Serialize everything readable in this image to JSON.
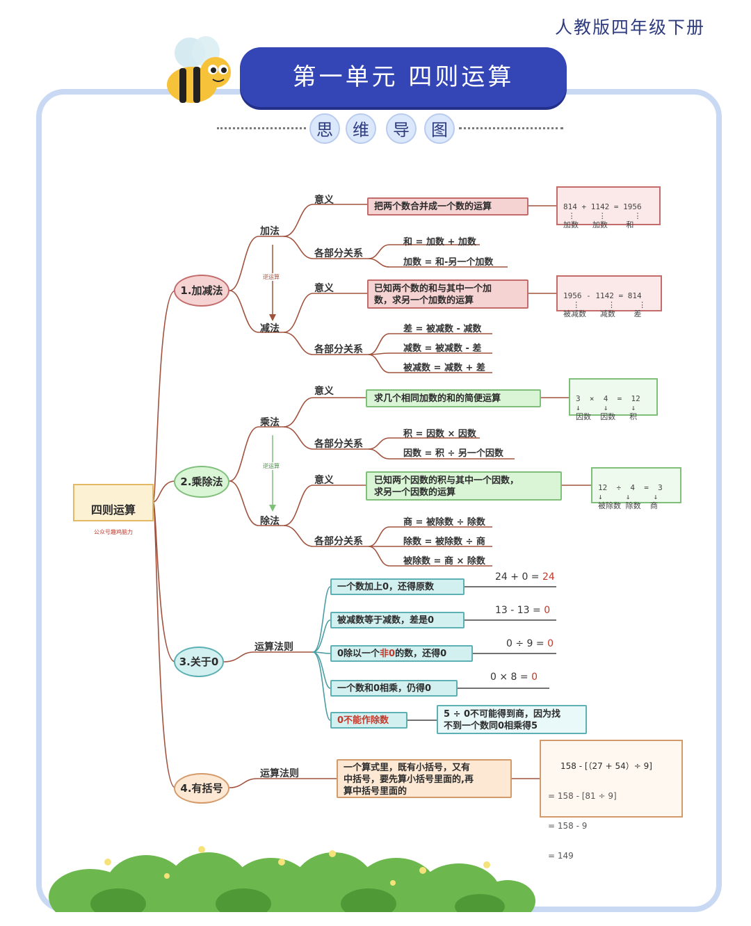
{
  "edition": "人教版四年级下册",
  "title": "第一单元 四则运算",
  "subtitle_chars": [
    "思",
    "维",
    "导",
    "图"
  ],
  "root": {
    "title": "四则运算",
    "sub": "公众号趣鸡脑力"
  },
  "branches": [
    {
      "label": "1.加减法"
    },
    {
      "label": "2.乘除法"
    },
    {
      "label": "3.关于0"
    },
    {
      "label": "4.有括号"
    }
  ],
  "addsub": {
    "add": "加法",
    "sub": "减法",
    "inverse": "逆运算",
    "add_meaning_label": "意义",
    "add_meaning": "把两个数合并成一个数的运算",
    "add_eq": "814 + 1142 = 1956\n ⋮     ⋮      ⋮\n加数   加数    和",
    "add_rel_label": "各部分关系",
    "add_rel": [
      "和 = 加数 + 加数",
      "加数 = 和-另一个加数"
    ],
    "sub_meaning_label": "意义",
    "sub_meaning": "已知两个数的和与其中一个加\n数，求另一个加数的运算",
    "sub_eq": "1956 - 1142 = 814\n  ⋮      ⋮     ⋮\n被减数   减数    差",
    "sub_rel_label": "各部分关系",
    "sub_rel": [
      "差 = 被减数 - 减数",
      "减数 = 被减数 - 差",
      "被减数 = 减数 + 差"
    ]
  },
  "muldiv": {
    "mul": "乘法",
    "div": "除法",
    "inverse": "逆运算",
    "mul_meaning_label": "意义",
    "mul_meaning": "求几个相同加数的和的简便运算",
    "mul_eq": "3  ×  4  =  12\n↓     ↓     ↓\n因数  因数   积",
    "mul_rel_label": "各部分关系",
    "mul_rel": [
      "积 = 因数 × 因数",
      "因数 = 积 ÷ 另一个因数"
    ],
    "div_meaning_label": "意义",
    "div_meaning": "已知两个因数的积与其中一个因数，\n求另一个因数的运算",
    "div_eq": "12  ÷  4  =  3\n↓     ↓     ↓\n被除数 除数  商",
    "div_rel_label": "各部分关系",
    "div_rel": [
      "商 = 被除数 ÷ 除数",
      "除数 = 被除数 ÷ 商",
      "被除数 = 商 × 除数"
    ]
  },
  "zero": {
    "rules_label": "运算法则",
    "rules": [
      {
        "text": "一个数加上0，还得原数",
        "eq": "24 + 0 = ",
        "ans": "24"
      },
      {
        "text": "被减数等于减数，差是0",
        "eq": "13 - 13 = ",
        "ans": "0"
      },
      {
        "pre": "0除以一个",
        "hl": "非0",
        "post": "的数，还得0",
        "eq": "0 ÷ 9 = ",
        "ans": "0"
      },
      {
        "text": "一个数和0相乘，仍得0",
        "eq": "0 × 8 = ",
        "ans": "0"
      }
    ],
    "last_rule": "0不能作除数",
    "last_note": "5 ÷ 0不可能得到商，因为找\n不到一个数同0相乘得5"
  },
  "paren": {
    "rules_label": "运算法则",
    "rule": "一个算式里，既有小括号，又有\n中括号，要先算小括号里面的,再\n算中括号里面的",
    "steps": [
      "158 - [（27 + 54）÷ 9]",
      "= 158 - [81 ÷ 9]",
      "= 158 - 9",
      "= 149"
    ]
  }
}
